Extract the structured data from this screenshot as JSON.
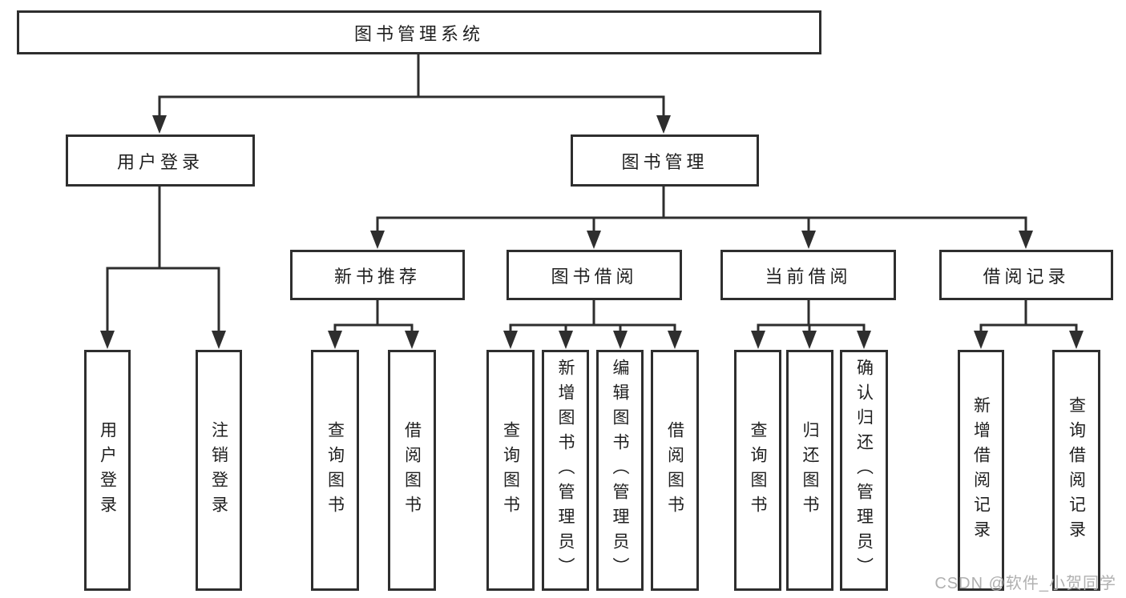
{
  "colors": {
    "background": "#ffffff",
    "line": "#2e2e2e",
    "box_border": "#2e2e2e",
    "text": "#1f1f1f",
    "watermark": "#b0b0b0"
  },
  "watermark": {
    "text": "CSDN @软件_小贺同学"
  },
  "nodes": {
    "root": {
      "label": "图书管理系统"
    },
    "user_login": {
      "label": "用户登录"
    },
    "book_mgmt": {
      "label": "图书管理"
    },
    "new_book_rec": {
      "label": "新书推荐"
    },
    "book_borrow": {
      "label": "图书借阅"
    },
    "current_borrow": {
      "label": "当前借阅"
    },
    "borrow_record": {
      "label": "借阅记录"
    },
    "leaf_user_login": {
      "label": "用户登录"
    },
    "leaf_logout": {
      "label": "注销登录"
    },
    "leaf_nb_query": {
      "label": "查询图书"
    },
    "leaf_nb_borrow": {
      "label": "借阅图书"
    },
    "leaf_bb_query": {
      "label": "查询图书"
    },
    "leaf_bb_add": {
      "label": "新增图书（管理员）"
    },
    "leaf_bb_edit": {
      "label": "编辑图书（管理员）"
    },
    "leaf_bb_borrow": {
      "label": "借阅图书"
    },
    "leaf_cb_query": {
      "label": "查询图书"
    },
    "leaf_cb_return": {
      "label": "归还图书"
    },
    "leaf_cb_confirm": {
      "label": "确认归还（管理员）"
    },
    "leaf_br_add": {
      "label": "新增借阅记录"
    },
    "leaf_br_query": {
      "label": "查询借阅记录"
    }
  },
  "hierarchy": [
    {
      "parent": "图书管理系统",
      "children": [
        "用户登录",
        "图书管理"
      ]
    },
    {
      "parent": "用户登录",
      "children": [
        "用户登录",
        "注销登录"
      ]
    },
    {
      "parent": "图书管理",
      "children": [
        "新书推荐",
        "图书借阅",
        "当前借阅",
        "借阅记录"
      ]
    },
    {
      "parent": "新书推荐",
      "children": [
        "查询图书",
        "借阅图书"
      ]
    },
    {
      "parent": "图书借阅",
      "children": [
        "查询图书",
        "新增图书（管理员）",
        "编辑图书（管理员）",
        "借阅图书"
      ]
    },
    {
      "parent": "当前借阅",
      "children": [
        "查询图书",
        "归还图书",
        "确认归还（管理员）"
      ]
    },
    {
      "parent": "借阅记录",
      "children": [
        "新增借阅记录",
        "查询借阅记录"
      ]
    }
  ]
}
